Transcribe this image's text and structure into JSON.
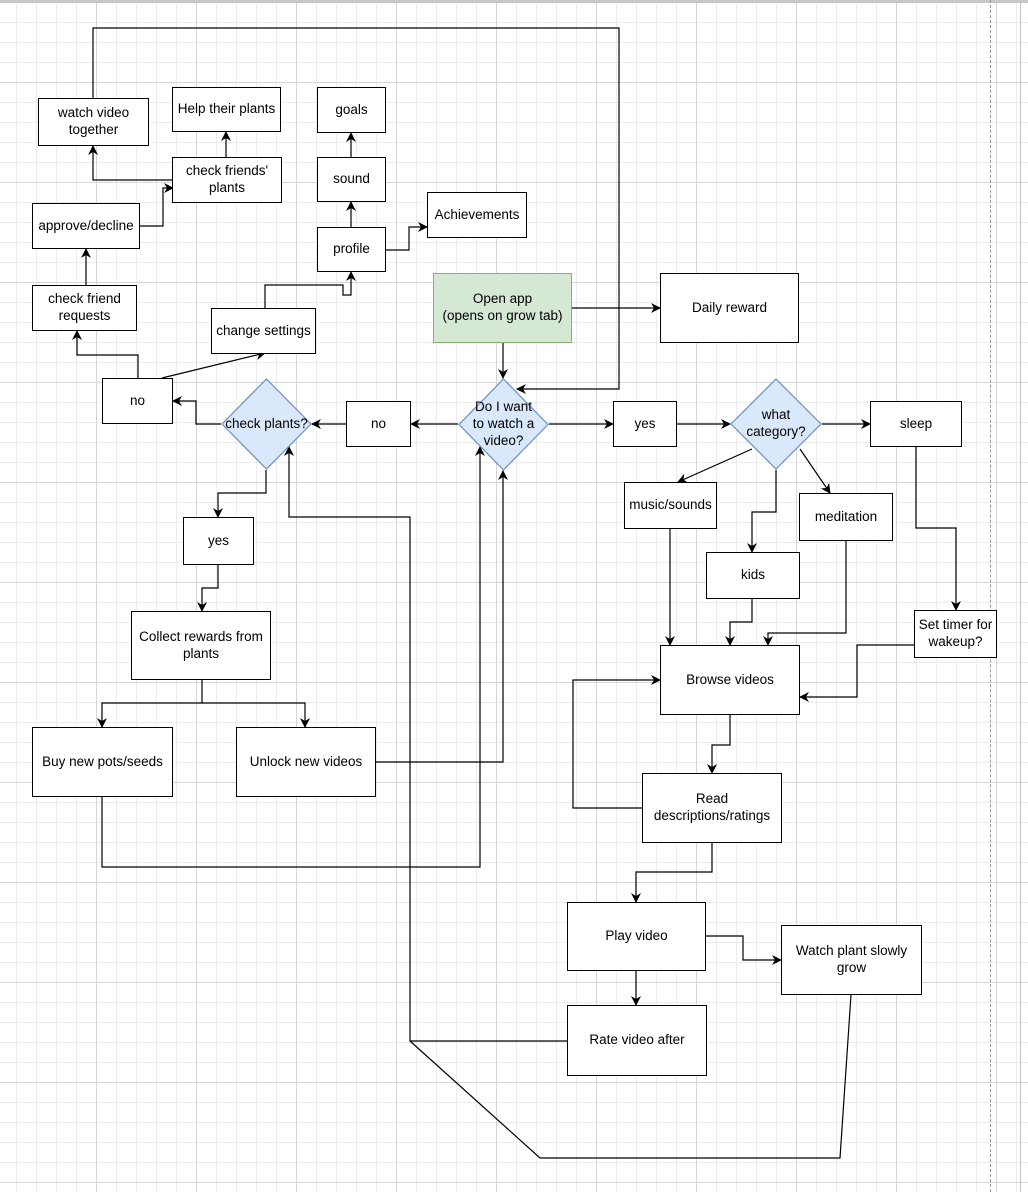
{
  "nodes": {
    "watch_video_together": "watch video together",
    "help_their_plants": "Help their plants",
    "goals": "goals",
    "check_friends_plants": "check friends' plants",
    "sound": "sound",
    "achievements": "Achievements",
    "approve_decline": "approve/decline",
    "profile": "profile",
    "check_friend_requests": "check friend requests",
    "change_settings": "change settings",
    "open_app": "Open app\n(opens on grow tab)",
    "daily_reward": "Daily reward",
    "no_left": "no",
    "check_plants": "check plants?",
    "no_mid": "no",
    "watch_question": "Do I want to watch a video?",
    "yes_right": "yes",
    "what_category": "what category?",
    "sleep": "sleep",
    "music_sounds": "music/sounds",
    "meditation": "meditation",
    "yes_plants": "yes",
    "kids": "kids",
    "set_timer": "Set timer for wakeup?",
    "collect_rewards": "Collect rewards from plants",
    "browse_videos": "Browse videos",
    "buy_pots": "Buy new pots/seeds",
    "unlock_videos": "Unlock new videos",
    "read_descriptions": "Read descriptions/ratings",
    "play_video": "Play video",
    "watch_plant": "Watch plant slowly grow",
    "rate_video": "Rate video after"
  },
  "colors": {
    "start_fill": "#d5e8d4",
    "start_stroke": "#82b366",
    "decision_fill": "#dae8fc",
    "decision_stroke": "#6c8ebf",
    "edge": "#000000"
  }
}
